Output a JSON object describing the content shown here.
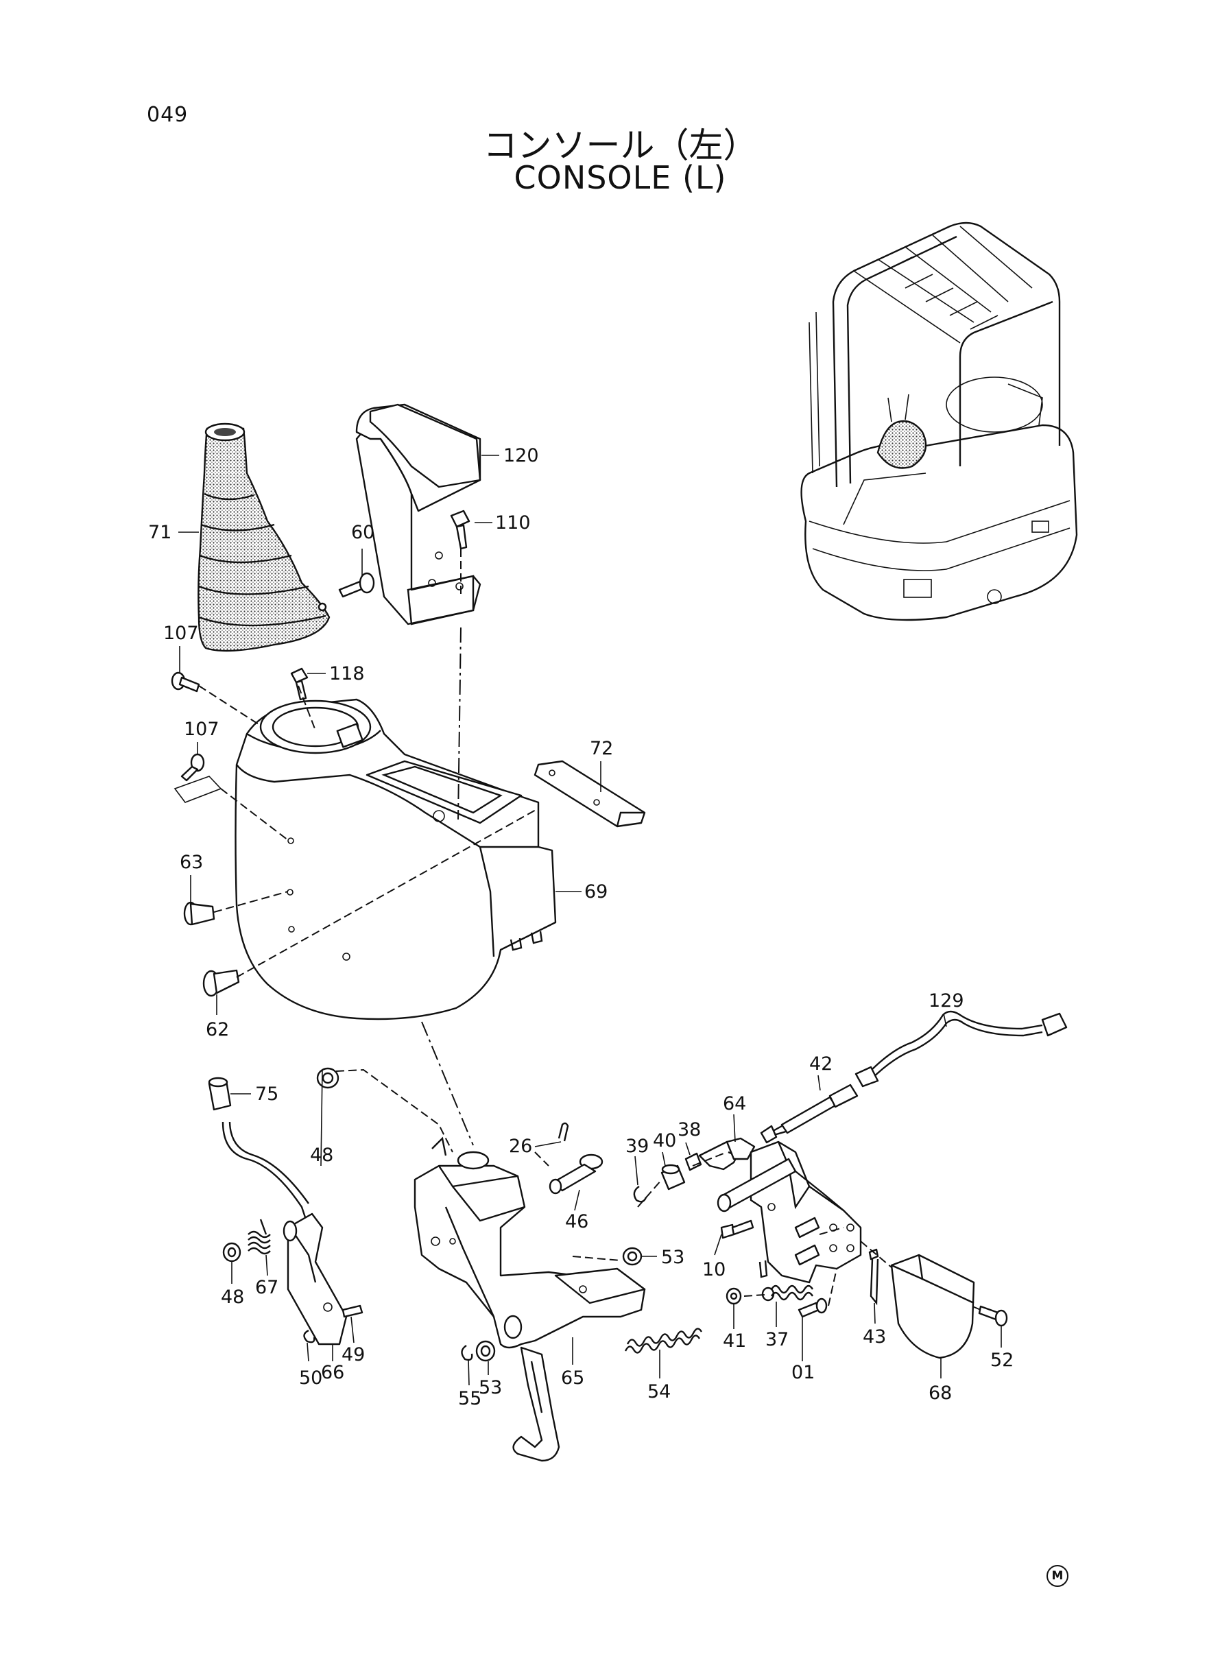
{
  "page": {
    "number": "049",
    "title_jp": "コンソール（左）",
    "title_en": "CONSOLE (L)",
    "mark": "M"
  },
  "callouts": [
    {
      "id": "c120",
      "label": "120"
    },
    {
      "id": "c110",
      "label": "110"
    },
    {
      "id": "c71",
      "label": "71"
    },
    {
      "id": "c60",
      "label": "60"
    },
    {
      "id": "c107a",
      "label": "107"
    },
    {
      "id": "c118",
      "label": "118"
    },
    {
      "id": "c107b",
      "label": "107"
    },
    {
      "id": "c72",
      "label": "72"
    },
    {
      "id": "c63",
      "label": "63"
    },
    {
      "id": "c69",
      "label": "69"
    },
    {
      "id": "c62",
      "label": "62"
    },
    {
      "id": "c129",
      "label": "129"
    },
    {
      "id": "c42",
      "label": "42"
    },
    {
      "id": "c75",
      "label": "75"
    },
    {
      "id": "c64",
      "label": "64"
    },
    {
      "id": "c26",
      "label": "26"
    },
    {
      "id": "c48a",
      "label": "48"
    },
    {
      "id": "c39",
      "label": "39"
    },
    {
      "id": "c40",
      "label": "40"
    },
    {
      "id": "c38",
      "label": "38"
    },
    {
      "id": "c46",
      "label": "46"
    },
    {
      "id": "c53a",
      "label": "53"
    },
    {
      "id": "c10",
      "label": "10"
    },
    {
      "id": "c48b",
      "label": "48"
    },
    {
      "id": "c67",
      "label": "67"
    },
    {
      "id": "c49",
      "label": "49"
    },
    {
      "id": "c66",
      "label": "66"
    },
    {
      "id": "c50",
      "label": "50"
    },
    {
      "id": "c55",
      "label": "55"
    },
    {
      "id": "c53b",
      "label": "53"
    },
    {
      "id": "c65",
      "label": "65"
    },
    {
      "id": "c54",
      "label": "54"
    },
    {
      "id": "c41",
      "label": "41"
    },
    {
      "id": "c37",
      "label": "37"
    },
    {
      "id": "c01",
      "label": "01"
    },
    {
      "id": "c43",
      "label": "43"
    },
    {
      "id": "c68",
      "label": "68"
    },
    {
      "id": "c52",
      "label": "52"
    }
  ]
}
